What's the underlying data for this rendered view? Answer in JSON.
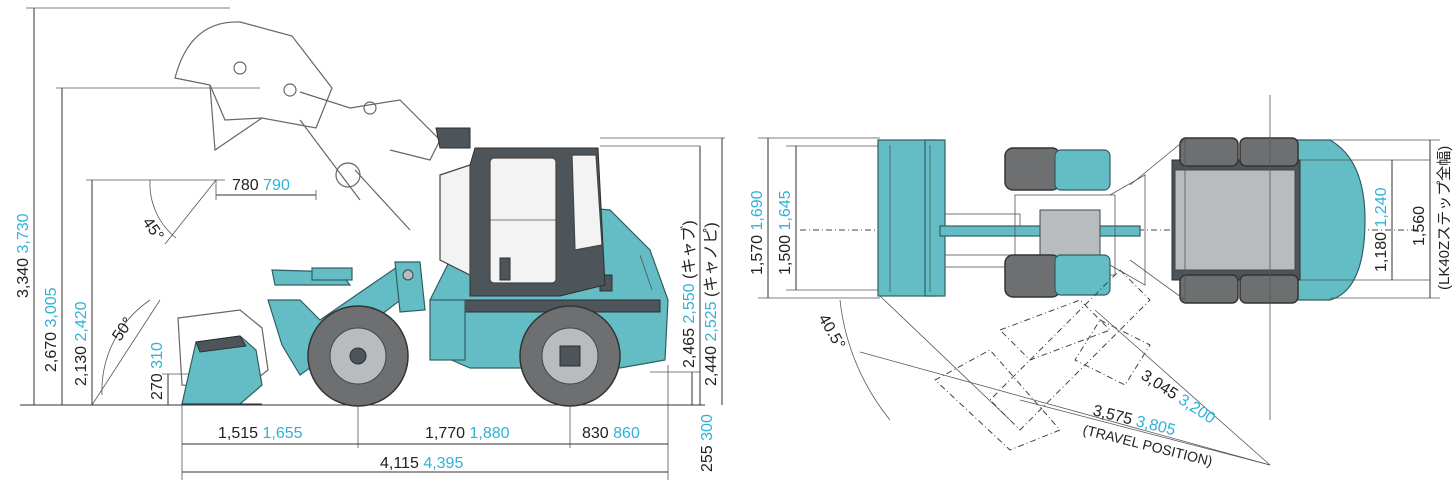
{
  "side_view": {
    "dims": {
      "h_3340": {
        "base": "3,340",
        "alt": "3,730"
      },
      "h_2670": {
        "base": "2,670",
        "alt": "3,005"
      },
      "h_2130": {
        "base": "2,130",
        "alt": "2,420"
      },
      "h_270": {
        "base": "270",
        "alt": "310"
      },
      "reach_780": {
        "base": "780",
        "alt": "790"
      },
      "len_1515": {
        "base": "1,515",
        "alt": "1,655"
      },
      "len_1770": {
        "base": "1,770",
        "alt": "1,880"
      },
      "len_830": {
        "base": "830",
        "alt": "860"
      },
      "len_4115": {
        "base": "4,115",
        "alt": "4,395"
      },
      "clear_255": {
        "base": "255",
        "alt": "300"
      },
      "cab_2465": {
        "base": "2,465",
        "alt": "2,550",
        "note": "(キャブ)"
      },
      "canopy_2440": {
        "base": "2,440",
        "alt": "2,525",
        "note": "(キャノピ)"
      }
    },
    "angles": {
      "dump": "45°",
      "rollback": "50°"
    }
  },
  "top_view": {
    "dims": {
      "w_1570": {
        "base": "1,570",
        "alt": "1,690"
      },
      "w_1500": {
        "base": "1,500",
        "alt": "1,645"
      },
      "w_1180": {
        "base": "1,180",
        "alt": "1,240"
      },
      "w_1560": {
        "base": "1,560",
        "note": "(LK40Zステップ全幅)"
      },
      "turn_3045": {
        "base": "3,045",
        "alt": "3,200"
      },
      "turn_3575": {
        "base": "3,575",
        "alt": "3,805"
      },
      "travel": "(TRAVEL POSITION)"
    },
    "angles": {
      "articulation": "40.5°"
    }
  },
  "colors": {
    "accent": "#2fb2d6",
    "machine_body": "#64bcc4",
    "cab": "#4e555a"
  }
}
